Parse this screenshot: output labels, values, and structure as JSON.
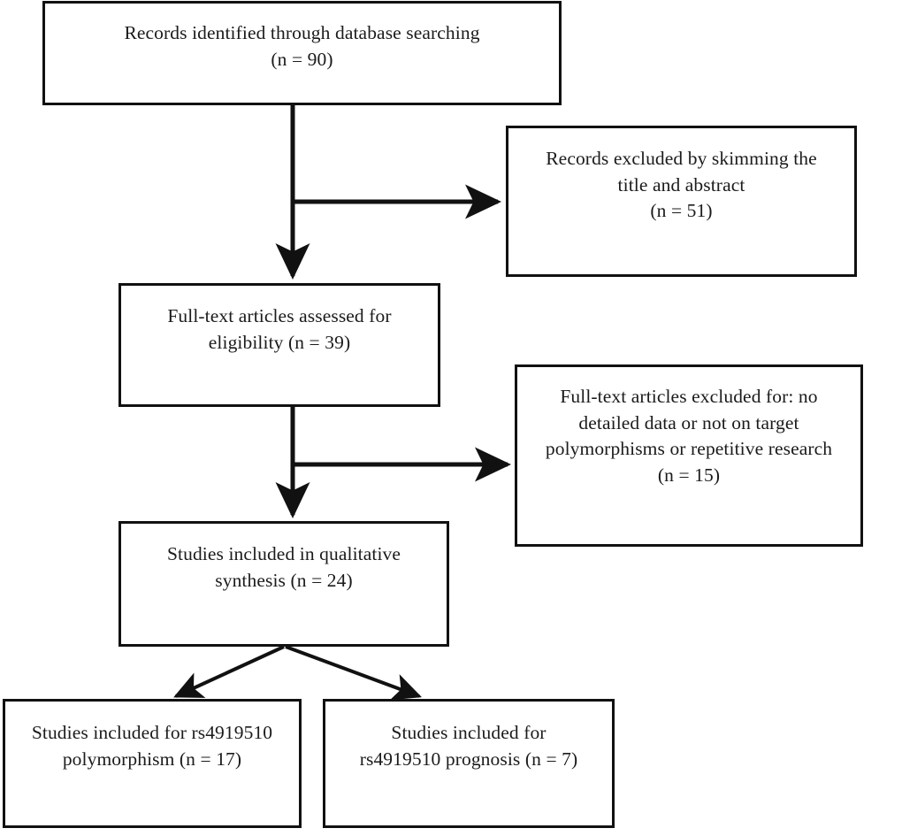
{
  "diagram": {
    "type": "prisma-flow-diagram",
    "title": "",
    "colors": {
      "box_border": "#111111",
      "box_fill": "#ffffff",
      "connector": "#111111",
      "text": "#1b1b1b",
      "background": "#ffffff"
    },
    "boxes": [
      {
        "id": "identified",
        "label": "Records identified through database searching\n(n = 90)",
        "lines": [
          "Records identified through database searching",
          "(n = 90)"
        ],
        "count": 90,
        "stage": "identification"
      },
      {
        "id": "skimming",
        "label": "Records excluded by skimming the\ntitle and abstract\n(n = 51)",
        "lines": [
          "Records excluded by skimming the",
          "title and abstract",
          "(n = 51)"
        ],
        "count": 51,
        "stage": "screening-excluded"
      },
      {
        "id": "fulltext",
        "label": "Full-text articles assessed for\neligibility (n = 39)",
        "lines": [
          "Full-text articles assessed for",
          "eligibility (n = 39)"
        ],
        "count": 39,
        "stage": "eligibility"
      },
      {
        "id": "excluded",
        "label": "Full-text articles excluded for: no\ndetailed data or not on target\npolymorphisms or repetitive research\n(n = 15)",
        "lines": [
          "Full-text articles excluded for: no",
          "detailed data or not on target",
          "polymorphisms or repetitive research",
          "(n = 15)"
        ],
        "count": 15,
        "stage": "eligibility-excluded"
      },
      {
        "id": "qualitative",
        "label": "Studies included in qualitative\nsynthesis (n = 24)",
        "lines": [
          "Studies included in qualitative",
          "synthesis (n = 24)"
        ],
        "count": 24,
        "stage": "included"
      },
      {
        "id": "polymorphism",
        "label": "Studies included for rs4919510\npolymorphism (n = 17)",
        "lines": [
          "Studies included for rs4919510",
          "polymorphism (n = 17)"
        ],
        "count": 17,
        "stage": "included-subgroup"
      },
      {
        "id": "prognosis",
        "label": "Studies included for\nrs4919510 prognosis (n = 7)",
        "lines": [
          "Studies included for",
          "rs4919510 prognosis (n = 7)"
        ],
        "count": 7,
        "stage": "included-subgroup"
      }
    ],
    "connectors": [
      {
        "id": "identified-to-fulltext",
        "from": "identified",
        "to": "fulltext",
        "kind": "vertical-arrow"
      },
      {
        "id": "identified-to-skimming",
        "from": "identified",
        "to": "skimming",
        "kind": "elbow-right-arrow"
      },
      {
        "id": "fulltext-to-qualitative",
        "from": "fulltext",
        "to": "qualitative",
        "kind": "vertical-arrow"
      },
      {
        "id": "fulltext-to-excluded",
        "from": "fulltext",
        "to": "excluded",
        "kind": "elbow-right-arrow"
      },
      {
        "id": "qualitative-to-polymorphism",
        "from": "qualitative",
        "to": "polymorphism",
        "kind": "diagonal-arrow"
      },
      {
        "id": "qualitative-to-prognosis",
        "from": "qualitative",
        "to": "prognosis",
        "kind": "diagonal-arrow"
      }
    ]
  }
}
